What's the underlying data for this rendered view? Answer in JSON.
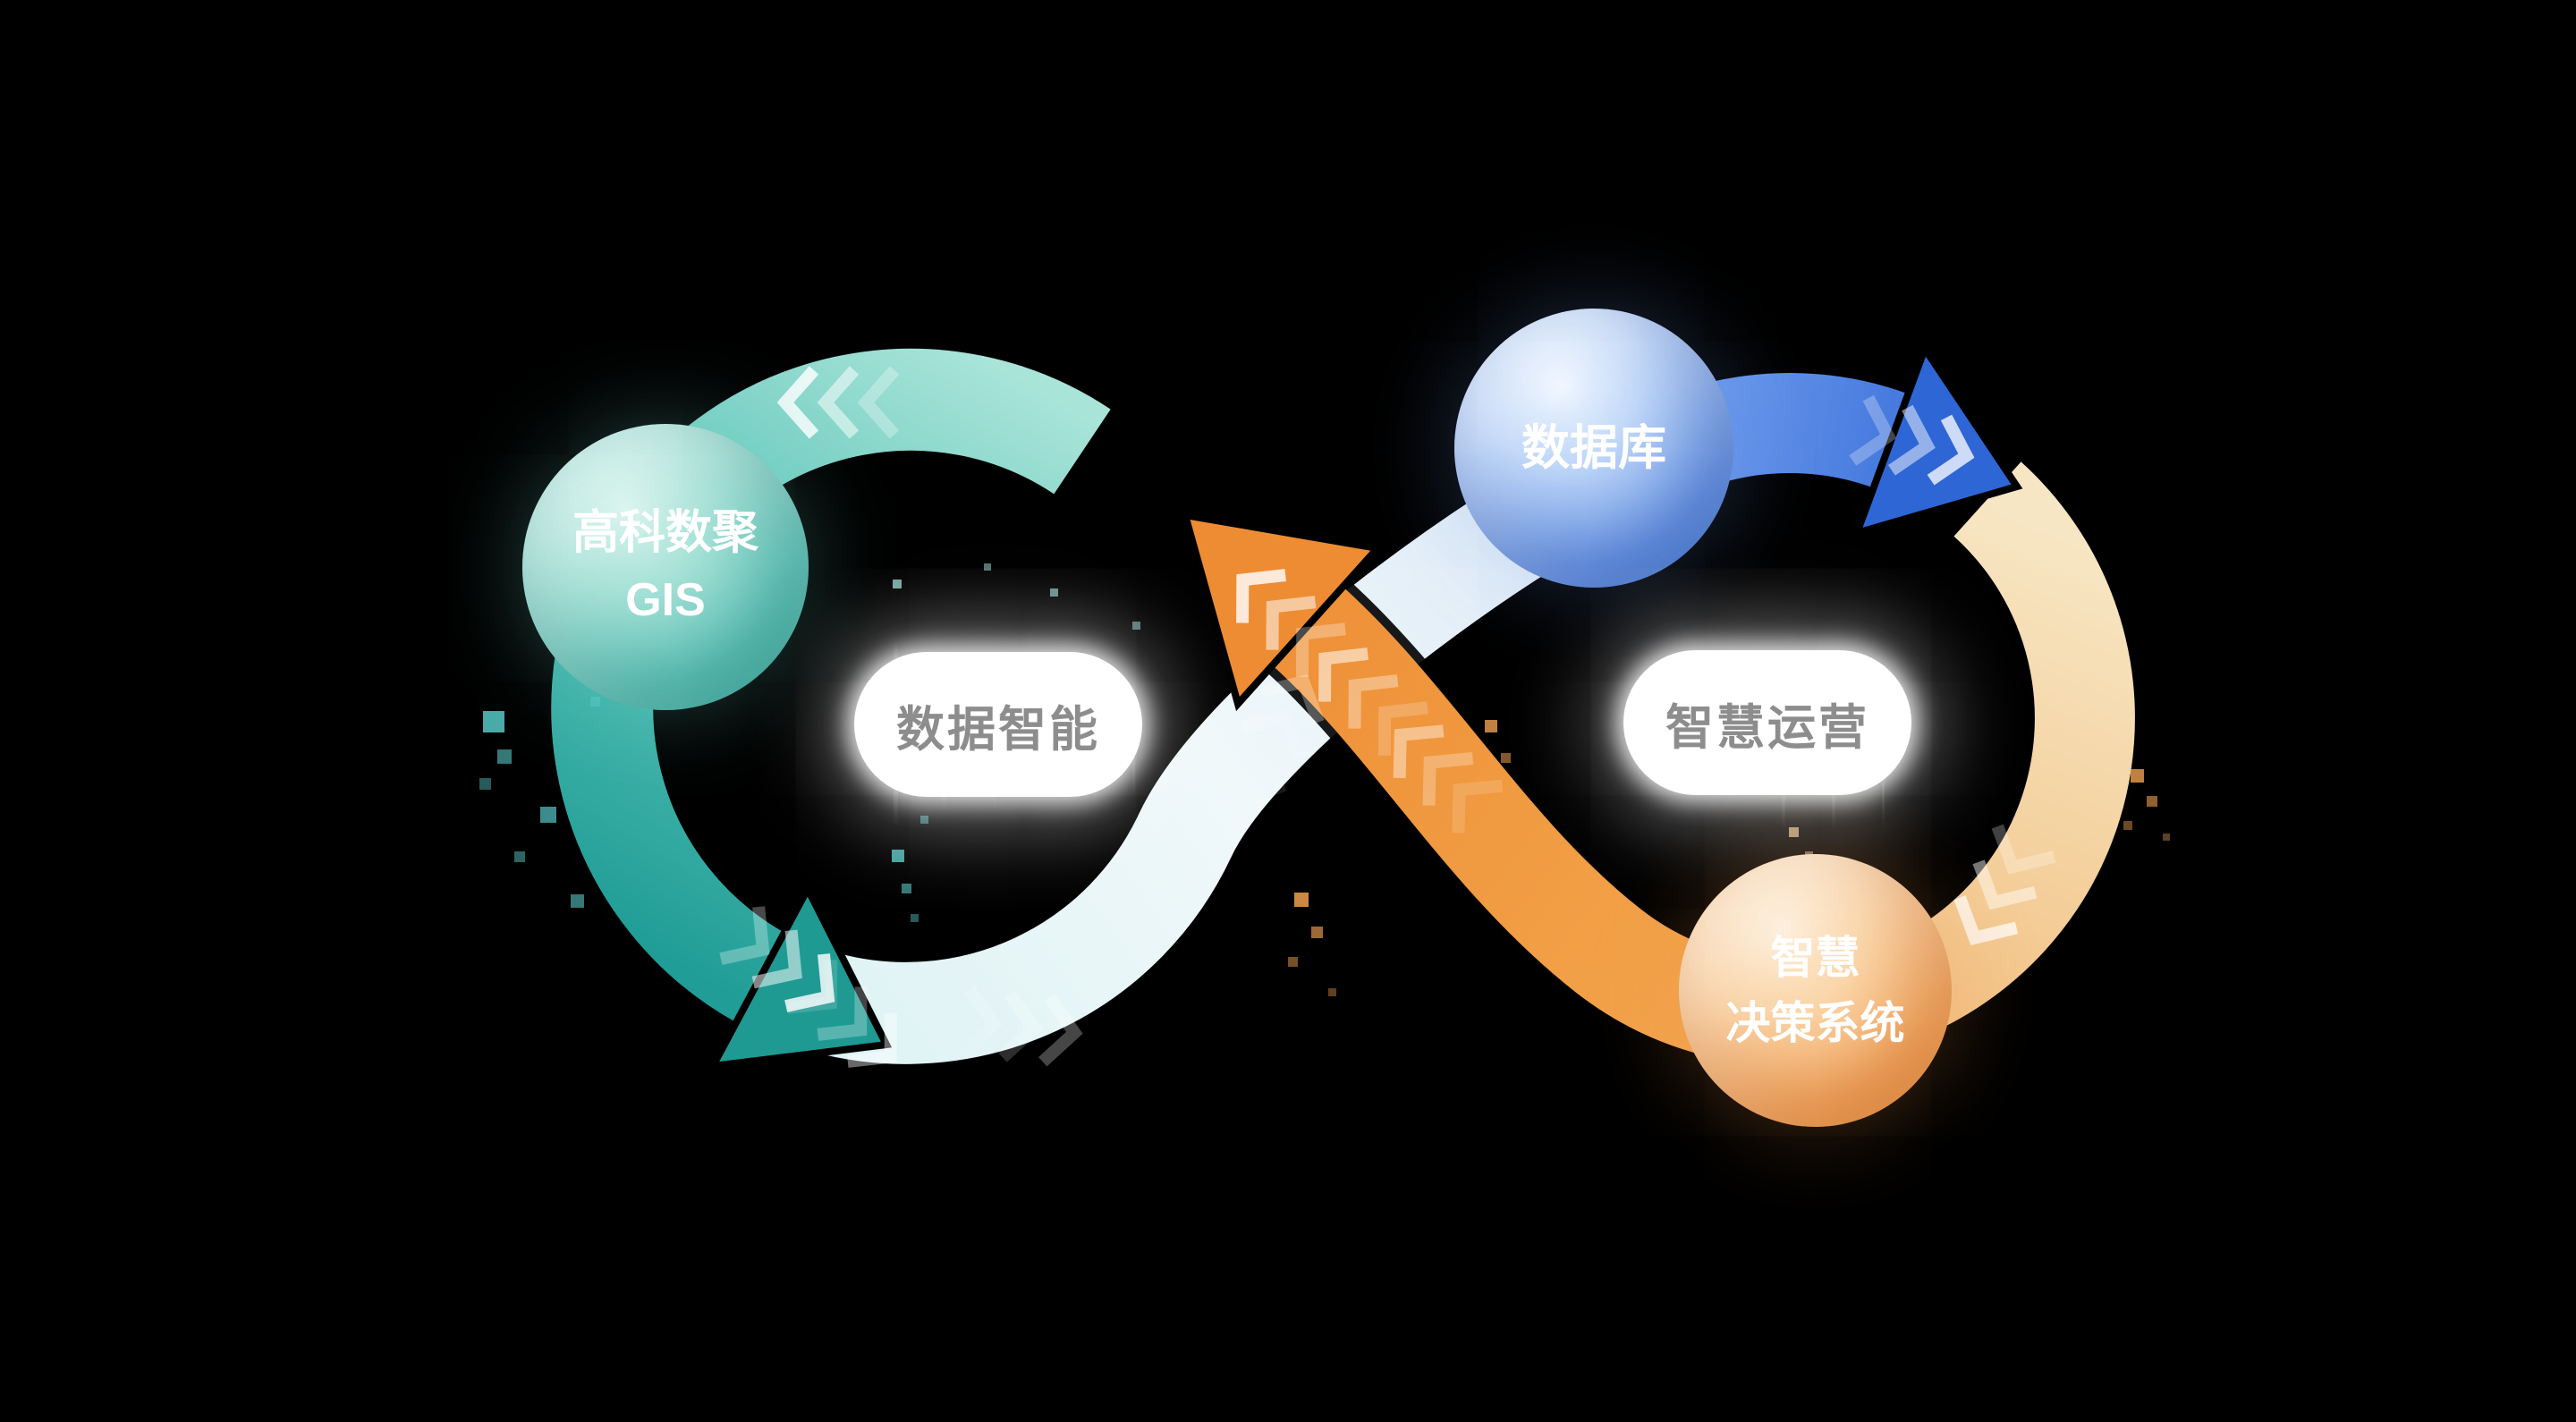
{
  "diagram": {
    "background": "#000000",
    "nodes": {
      "gis": {
        "line1": "高科数聚",
        "line2": "GIS",
        "color": "#4db4aa"
      },
      "database": {
        "label": "数据库",
        "color": "#4a82dc"
      },
      "decision": {
        "line1": "智慧",
        "line2": "决策系统",
        "color": "#f0953f"
      }
    },
    "loop_labels": {
      "left": "数据智能",
      "right": "智慧运营"
    },
    "colors": {
      "teal_arc_light": "#a9e4d9",
      "teal_arc_dark": "#1f9d96",
      "white_band": "#eef7f9",
      "blue_arc": "#2e66d6",
      "cream_arc": "#f5d9ad",
      "orange_band": "#ee8c33",
      "pill_background": "#ffffff",
      "pill_text": "#8d8d8d",
      "node_text": "#ffffff"
    }
  }
}
